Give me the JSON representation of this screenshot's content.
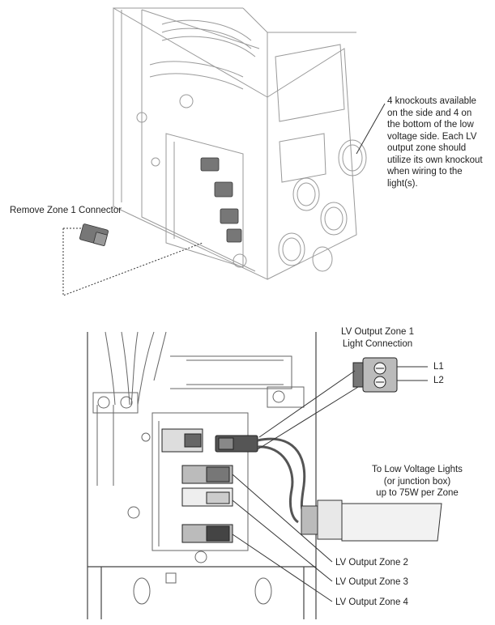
{
  "top": {
    "remove_label": "Remove Zone 1 Connector",
    "knockouts_lines": [
      "4 knockouts available",
      "on the side and 4 on",
      "the bottom of the low",
      "voltage side. Each LV",
      "output zone should",
      "utilize its own knockout",
      "when wiring to the",
      "light(s)."
    ]
  },
  "bottom": {
    "zone1_title_lines": [
      "LV Output Zone 1",
      "Light Connection"
    ],
    "l1": "L1",
    "l2": "L2",
    "to_lights_lines": [
      "To Low Voltage Lights",
      "(or junction box)",
      "up to 75W per Zone"
    ],
    "zone2": "LV Output Zone 2",
    "zone3": "LV Output Zone 3",
    "zone4": "LV Output Zone 4"
  },
  "colors": {
    "line": "#3a3a3a",
    "faint": "#9a9a9a",
    "connector_fill": "#555555"
  }
}
